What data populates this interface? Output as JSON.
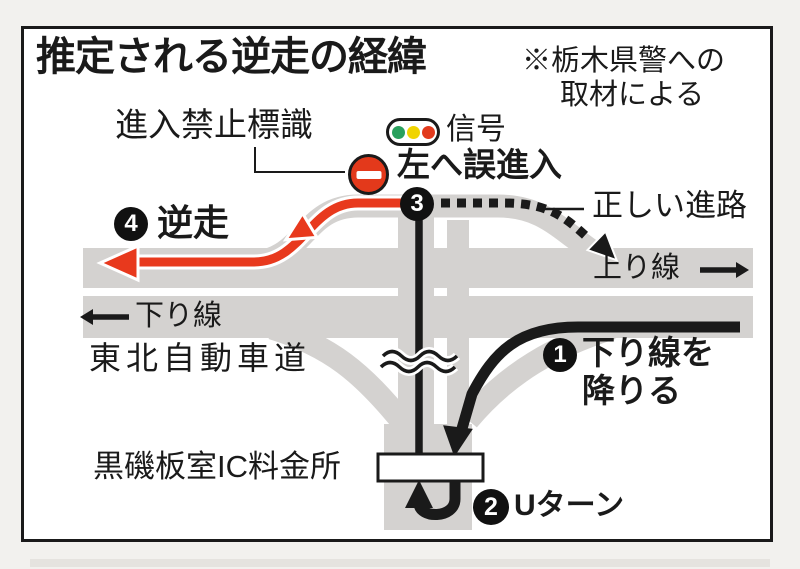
{
  "title": "推定される逆走の経緯",
  "source_note": {
    "line1": "※栃木県警への",
    "line2": "取材による"
  },
  "signs": {
    "no_entry_label": "進入禁止標識",
    "signal_label": "信号",
    "correct_route_label": "正しい進路"
  },
  "roads": {
    "up_line": "上り線",
    "down_line": "下り線",
    "expressway_name": "東北自動車道",
    "toll_gate": "黒磯板室IC料金所"
  },
  "steps": [
    {
      "number": "1",
      "line1": "下り線を",
      "line2": "降りる"
    },
    {
      "number": "2",
      "label": "Uターン"
    },
    {
      "number": "3",
      "label": "左へ誤進入"
    },
    {
      "number": "4",
      "label": "逆走"
    }
  ],
  "icons": {
    "traffic_signal": "traffic-signal-icon",
    "no_entry_sign": "no-entry-sign-icon",
    "right_arrow": "right-arrow-icon",
    "left_arrow": "left-arrow-icon",
    "road_break": "road-break-wave-icon"
  },
  "colors": {
    "background": "#f2f1ee",
    "road_gray": "#d4d2d0",
    "route_red": "#e8391d",
    "path_black": "#1a1a1a",
    "signal_green": "#29a05d",
    "signal_yellow": "#f0d400",
    "signal_red": "#e23a1d"
  }
}
